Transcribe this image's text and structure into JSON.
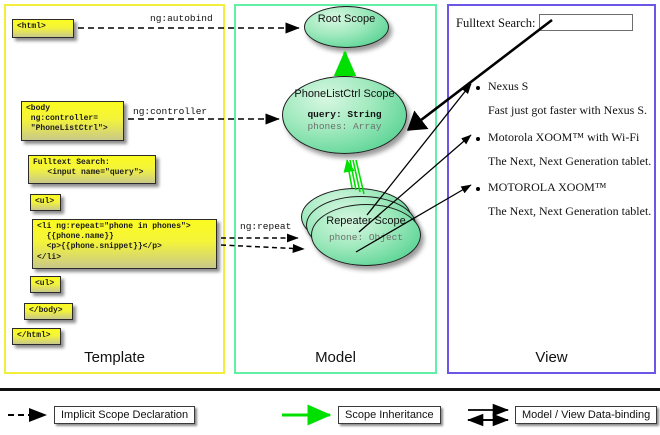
{
  "columns": [
    {
      "key": "template",
      "label": "Template",
      "color": "#f2ee3c"
    },
    {
      "key": "model",
      "label": "Model",
      "color": "#62efa8"
    },
    {
      "key": "view",
      "label": "View",
      "color": "#6a57e8"
    }
  ],
  "template": {
    "boxes": [
      {
        "name": "html-open-box",
        "text": "<html>"
      },
      {
        "name": "body-controller-box",
        "text": "<body\n ng:controller=\n \"PhoneListCtrl\">"
      },
      {
        "name": "fulltext-search-input-box",
        "text": "Fulltext Search:\n   <input name=\"query\">"
      },
      {
        "name": "ul-open-box",
        "text": "<ul>"
      },
      {
        "name": "li-ngrepeat-box",
        "text": "<li ng:repeat=\"phone in phones\">\n  {{phone.name}}\n  <p>{{phone.snippet}}</p>\n</li>"
      },
      {
        "name": "ul-close-box",
        "text": "<ul>"
      },
      {
        "name": "body-close-box",
        "text": "</body>"
      },
      {
        "name": "html-close-box",
        "text": "</html>"
      }
    ]
  },
  "model": {
    "root_scope": {
      "title": "Root\nScope"
    },
    "phonelistctrl_scope": {
      "title": "PhoneListCtrl\nScope",
      "member_query": "query: String",
      "member_phones": "phones: Array"
    },
    "repeater_scope": {
      "title": "Repeater\nScope",
      "member_phone": "phone: Object"
    }
  },
  "view": {
    "search_label": "Fulltext Search:",
    "search_value": "",
    "search_placeholder": "",
    "items": [
      {
        "name": "Nexus S",
        "snippet": "Fast just got faster with Nexus S."
      },
      {
        "name": "Motorola XOOM™  with Wi-Fi",
        "snippet": "The Next, Next Generation tablet."
      },
      {
        "name": "MOTOROLA XOOM™",
        "snippet": "The Next, Next Generation tablet."
      }
    ]
  },
  "edges": {
    "autobind": "ng:autobind",
    "controller": "ng:controller",
    "repeat": "ng:repeat"
  },
  "legend": [
    {
      "key": "implicit",
      "label": "Implicit Scope Declaration",
      "style": "dashed-black"
    },
    {
      "key": "inheritance",
      "label": "Scope Inheritance",
      "style": "solid-green"
    },
    {
      "key": "databinding",
      "label": "Model / View Data-binding",
      "style": "double-black"
    }
  ],
  "colors": {
    "template_border": "#f2ee3c",
    "model_border": "#62efa8",
    "view_border": "#6a57e8",
    "code_box": "#f4f43a",
    "scope_fill": "#8fdcae",
    "inheritance_arrow": "#00e000"
  }
}
